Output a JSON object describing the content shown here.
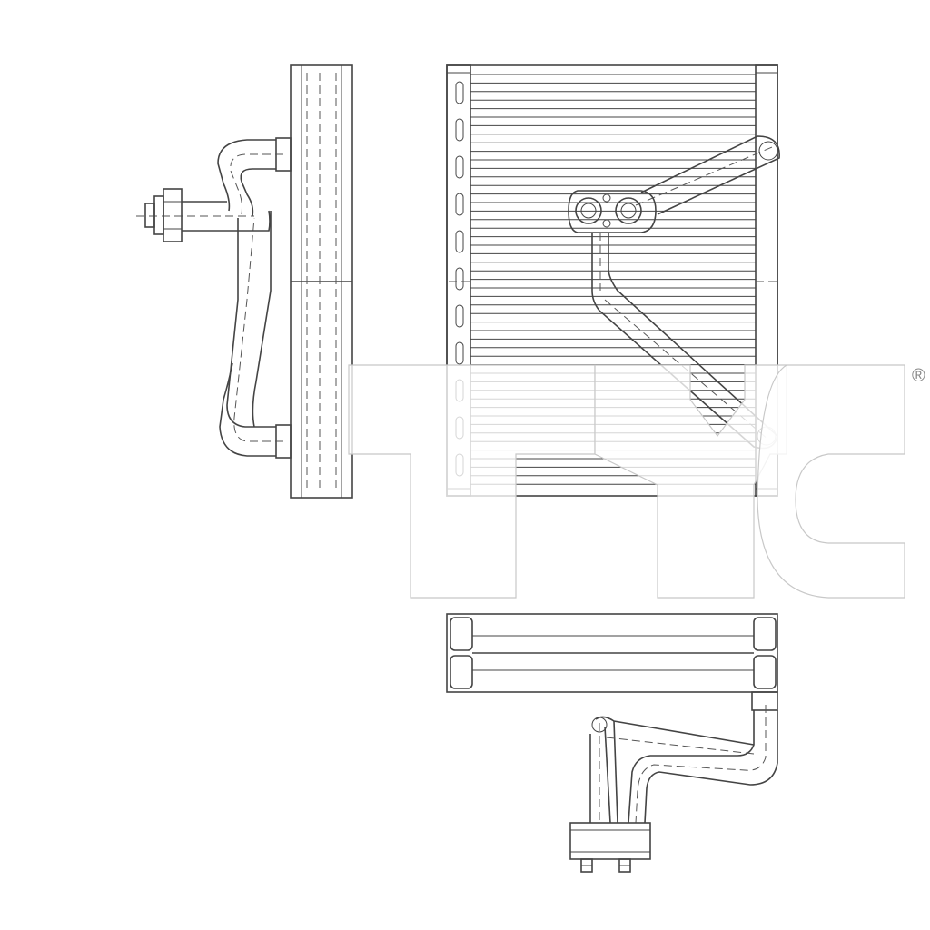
{
  "watermark": {
    "brand": "TYC",
    "registered_mark": "®",
    "fill": "#ffffff",
    "outline": "#c8c8c8"
  },
  "drawing": {
    "line_color": "#444444",
    "views": [
      "side-view",
      "front-view",
      "bottom-view"
    ]
  }
}
